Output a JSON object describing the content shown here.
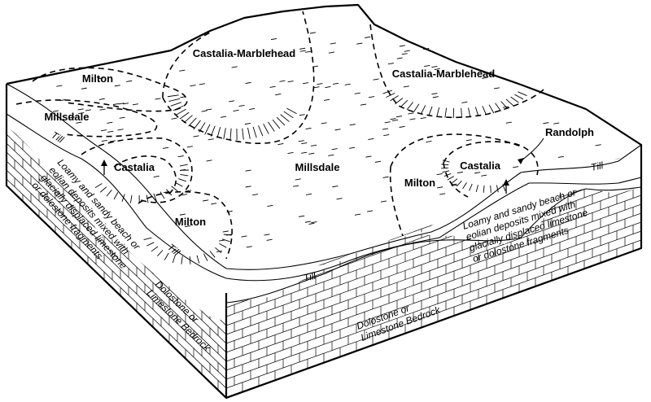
{
  "diagram": {
    "soil_labels": [
      "Castalia-Marblehead",
      "Castalia-Marblehead",
      "Milton",
      "Millsdale",
      "Castalia",
      "Millsdale",
      "Milton",
      "Milton",
      "Castalia",
      "Randolph"
    ],
    "material_labels": {
      "till": "Till",
      "left_deposit": [
        "Loamy and sandy beach or",
        "eolian deposits mixed with",
        "glacially displaced limestone",
        "or dolostone fragments"
      ],
      "right_deposit": [
        "Loamy and sandy beach or",
        "eolian deposits mixed with",
        "glacially displaced limestone",
        "or dolostone fragments"
      ],
      "bedrock_left": [
        "Dolostone or",
        "Limestone Bedrock"
      ],
      "bedrock_front": [
        "Dolostone or",
        "Limestone Bedrock"
      ]
    }
  }
}
